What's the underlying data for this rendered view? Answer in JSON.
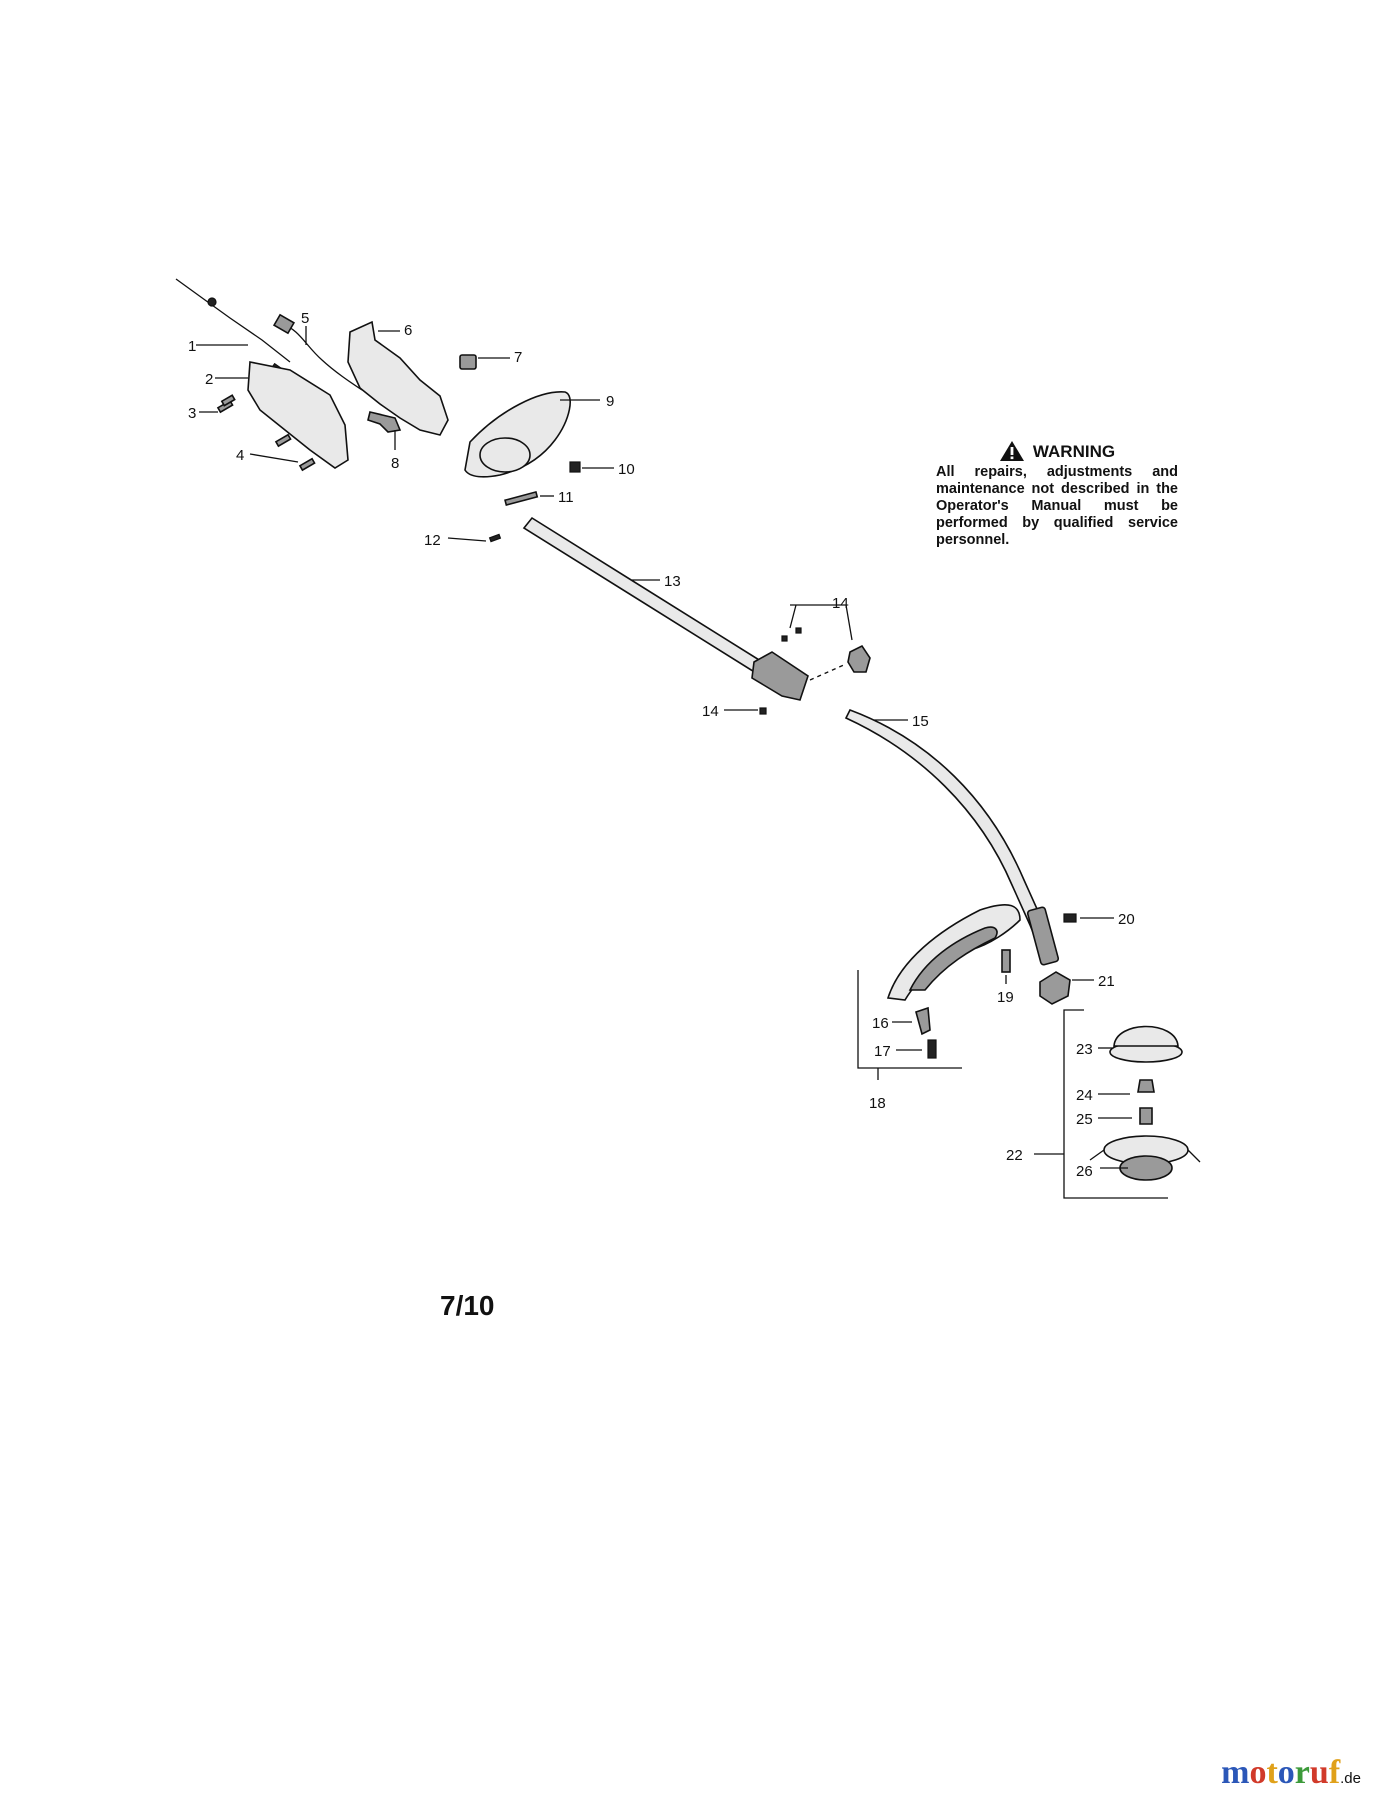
{
  "part_labels": {
    "p1": "1",
    "p2": "2",
    "p3": "3",
    "p4": "4",
    "p5": "5",
    "p6": "6",
    "p7": "7",
    "p8": "8",
    "p9": "9",
    "p10": "10",
    "p11": "11",
    "p12": "12",
    "p13": "13",
    "p14a": "14",
    "p14b": "14",
    "p15": "15",
    "p16": "16",
    "p17": "17",
    "p18": "18",
    "p19": "19",
    "p20": "20",
    "p21": "21",
    "p22": "22",
    "p23": "23",
    "p24": "24",
    "p25": "25",
    "p26": "26"
  },
  "warning": {
    "title": "WARNING",
    "text": "All repairs, adjustments and maintenance not described in the Operator's Manual must be performed by qualified service personnel."
  },
  "page_number": "7/10",
  "watermark": {
    "brand": "motoruf",
    "domain": ".de"
  },
  "colors": {
    "line": "#111111",
    "part_fill": "#e9e9e9",
    "part_dark": "#9a9a9a",
    "watermark_letters": [
      "#2b57b8",
      "#d13a2a",
      "#e0a11a",
      "#2b57b8",
      "#3c9a3a",
      "#d13a2a",
      "#e0a11a"
    ]
  }
}
